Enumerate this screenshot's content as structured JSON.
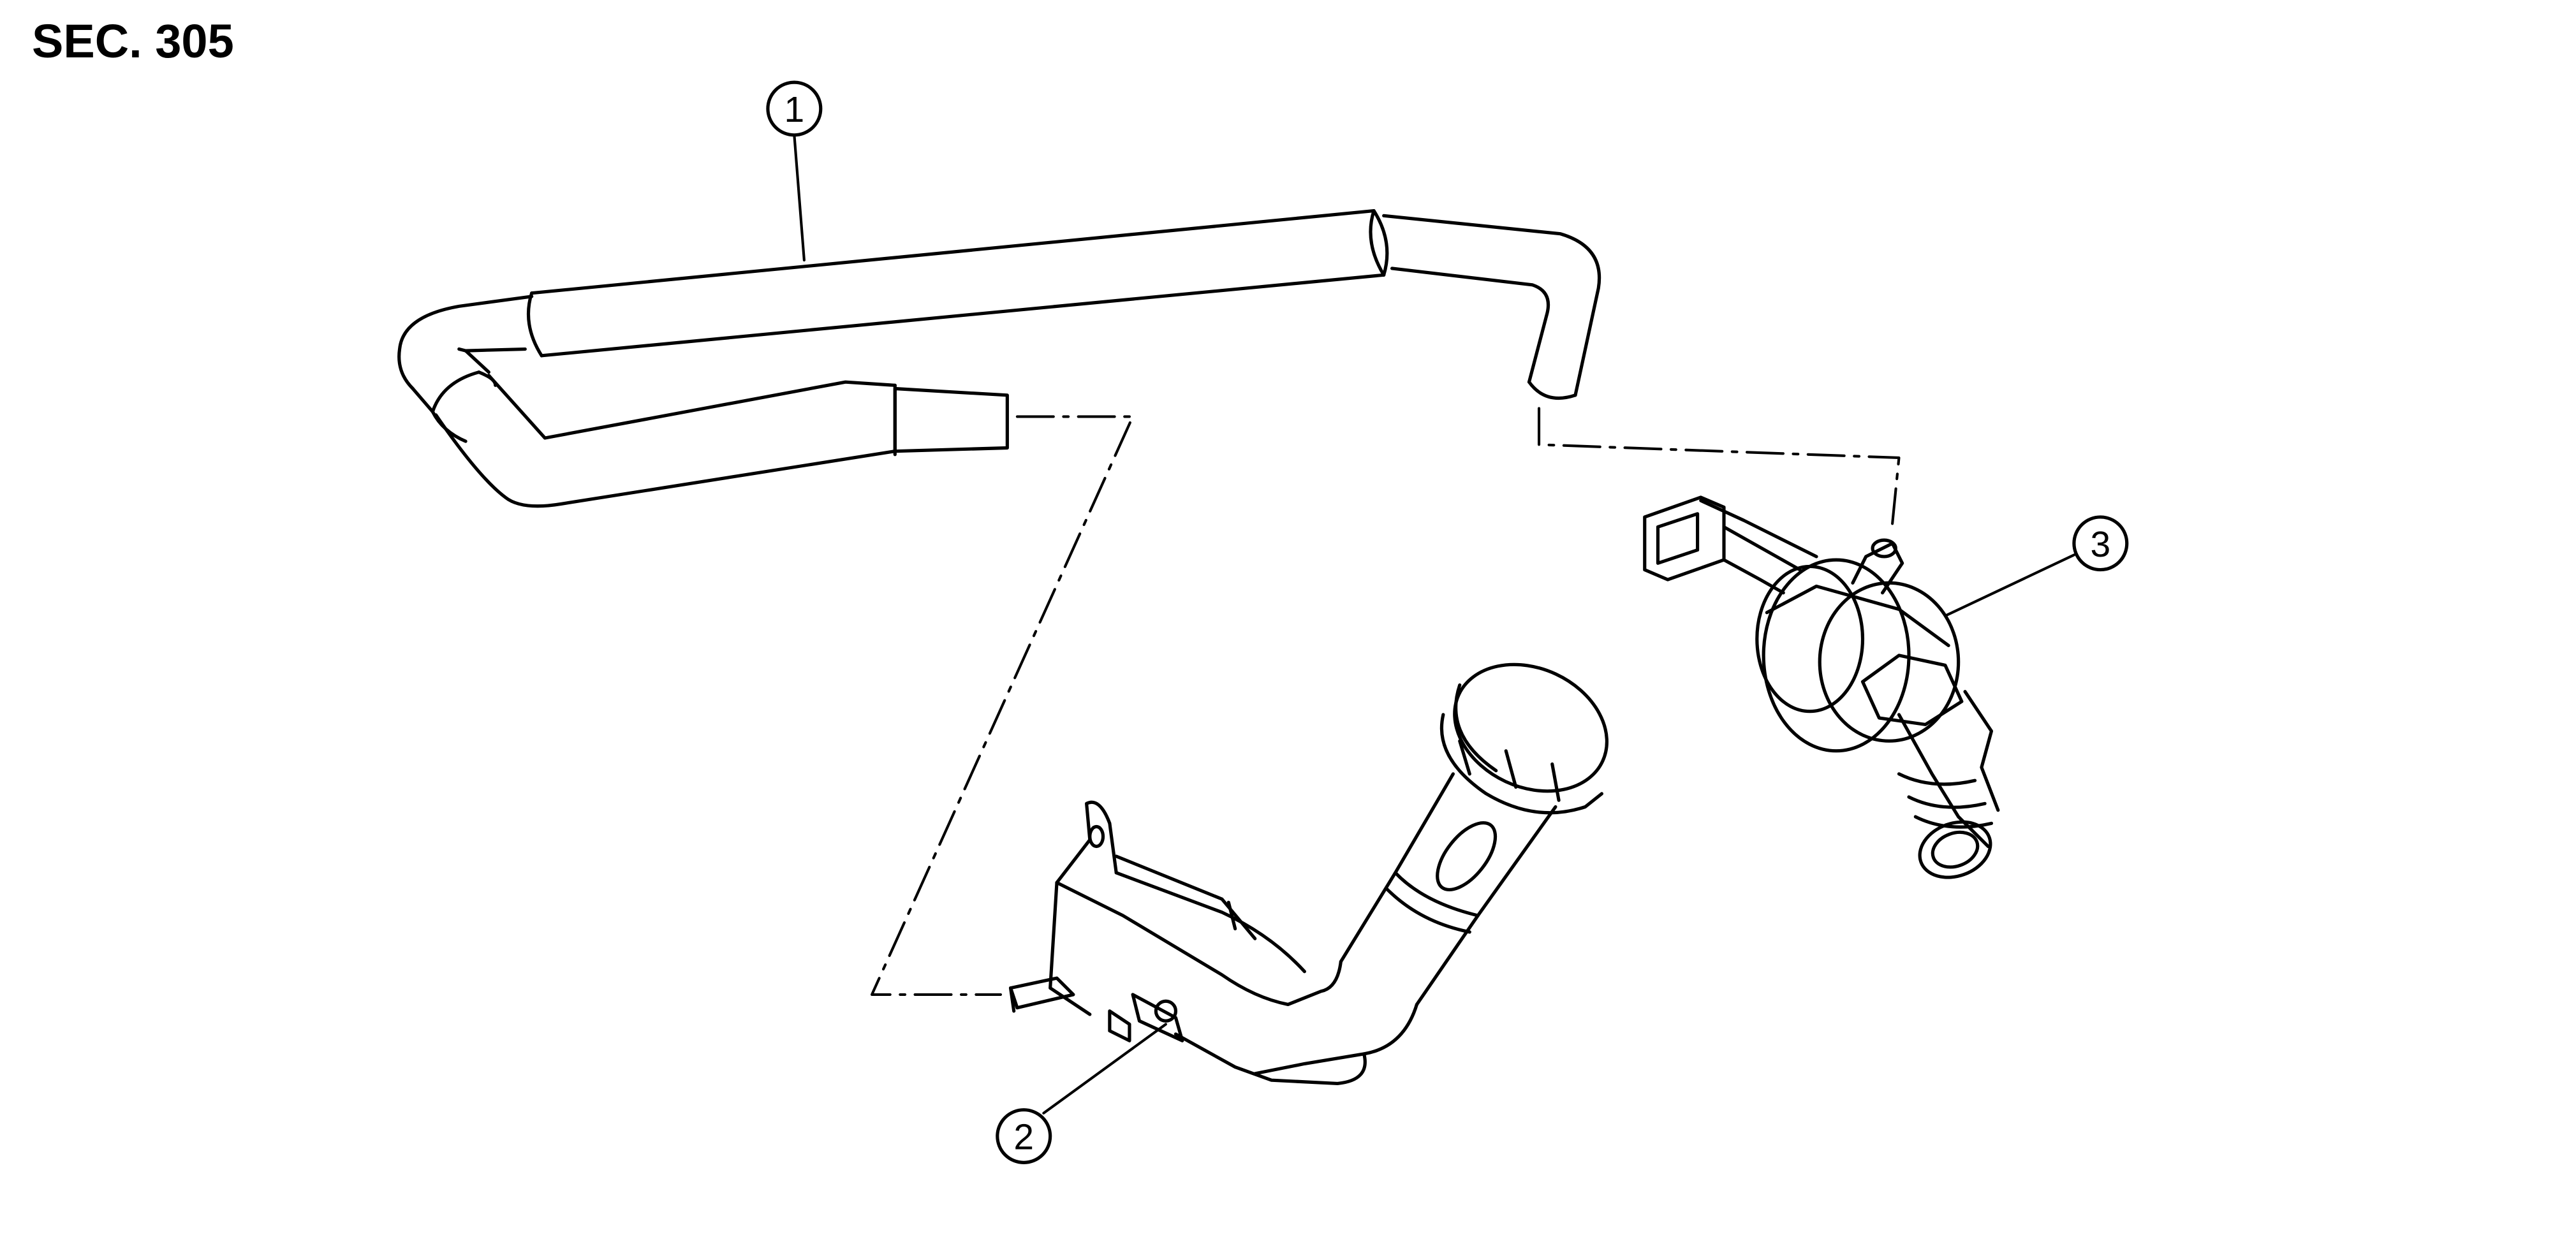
{
  "section": {
    "label": "SEC. 305"
  },
  "callouts": [
    {
      "id": "callout-1",
      "number": "1"
    },
    {
      "id": "callout-2",
      "number": "2"
    },
    {
      "id": "callout-3",
      "number": "3"
    }
  ],
  "colors": {
    "ink": "#000000",
    "background": "#ffffff"
  }
}
